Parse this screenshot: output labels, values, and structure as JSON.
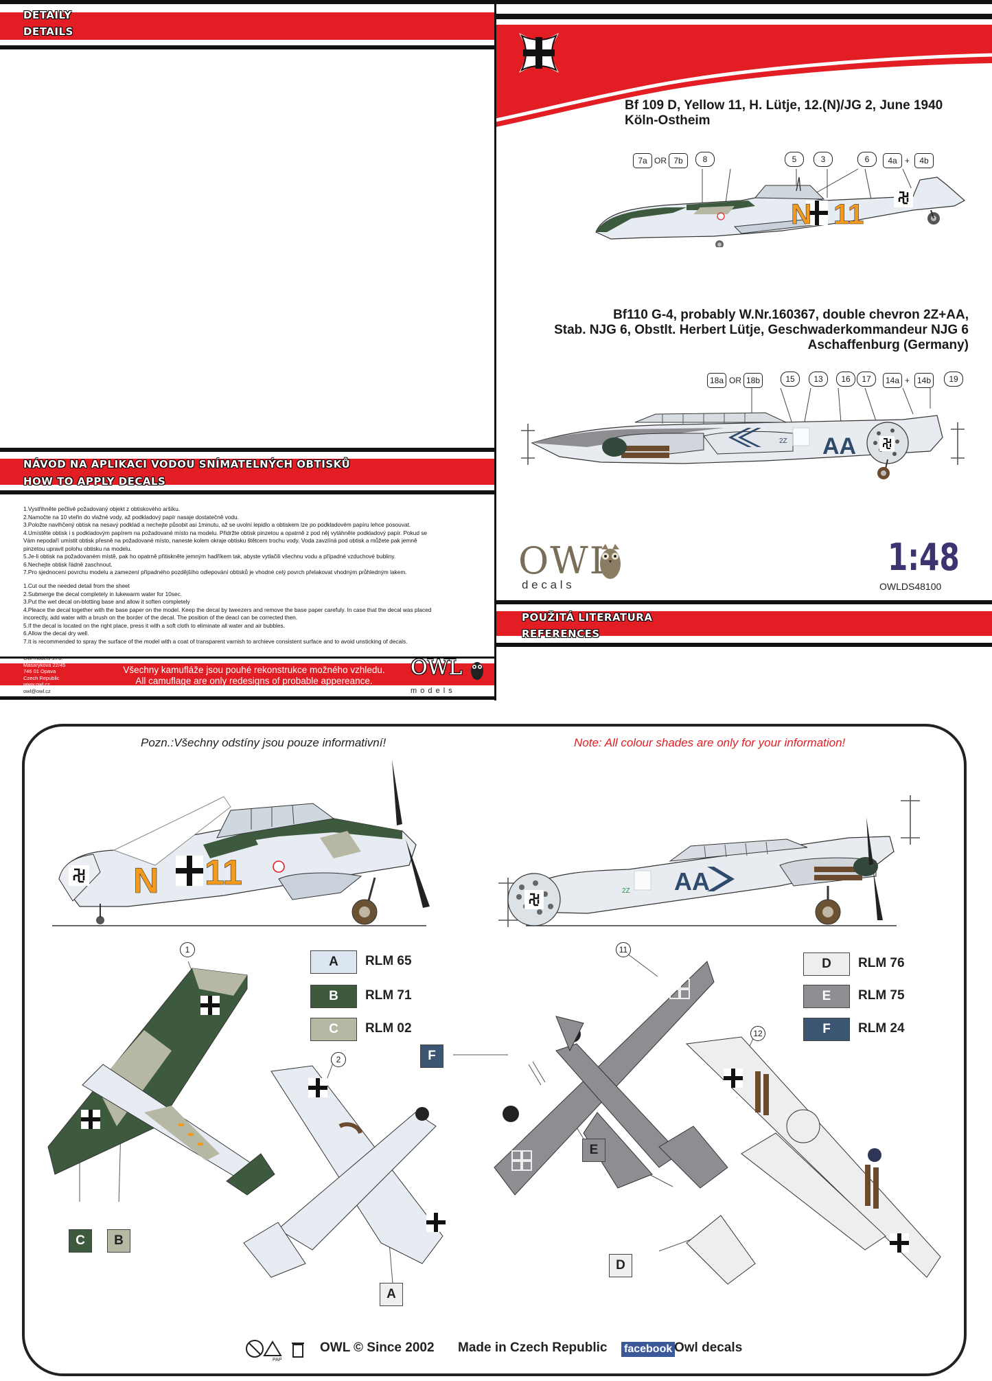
{
  "header": {
    "details_cz": "DETAILY",
    "details_en": "DETAILS"
  },
  "profiles": [
    {
      "title_line1": "Bf 109 D, Yellow 11, H. Lütje, 12.(N)/JG 2, June 1940",
      "title_line2": "Köln-Ostheim",
      "callouts": [
        "7a",
        "OR",
        "7b",
        "8",
        "5",
        "3",
        "6",
        "4a",
        "+",
        "4b"
      ],
      "fuselage_code": "N",
      "fuselage_number": "11"
    },
    {
      "title_line1": "Bf110 G-4, probably W.Nr.160367, double chevron 2Z+AA,",
      "title_line2": "Stab. NJG 6, Obstlt. Herbert Lütje, Geschwaderkommandeur NJG 6",
      "title_line3": "Aschaffenburg (Germany)",
      "callouts": [
        "18a",
        "OR",
        "18b",
        "15",
        "13",
        "16",
        "17",
        "14a",
        "+",
        "14b",
        "19"
      ],
      "fuselage_code": "AA",
      "small_code": "2Z"
    }
  ],
  "instructions": {
    "title_cz": "NÁVOD NA APLIKACI VODOU SNÍMATELNÝCH OBTISKŮ",
    "title_en": "HOW TO APPLY DECALS",
    "cz": [
      "1.Vystřihněte pečlivě požadovaný objekt z obtiskového aršíku.",
      "2.Namočte na 10 vteřin do vlažné vody, až podkladový papír nasaje dostatečně vodu.",
      "3.Položte navlhčený obtisk na nesavý podklad a nechejte působit asi 1minutu, až se uvolní lepidlo a obtiskem lze po podkladovém papíru lehce posouvat.",
      "4.Umístěte obtisk i s podkladovým papírem na požadované místo na modelu. Přidržte obtisk pinzetou a opatrně z pod něj vytáhněte podkladový papír. Pokud se",
      "   Vám nepodaří umístit obtisk přesně na požadované místo, naneste kolem okraje obtisku štětcem trochu vody. Voda zavzlíná pod obtisk a můžete pak jemně",
      "   pinzetou upravit polohu obtisku na modelu.",
      "5.Je-li obtisk na požadovaném místě, pak ho opatrně přitiskněte jemným hadříkem tak, abyste vytlačili všechnu vodu a případné vzduchové bubliny.",
      "6.Nechejte obtisk řádně zaschnout.",
      "7.Pro sjednocení povrchu modelu a zamezení případného pozdějšího odlepování obtisků je vhodné celý povrch přelakovat vhodným průhledným lakem."
    ],
    "en": [
      "1.Cut out the needed detail from the sheet",
      "2.Submerge the decal completely in lukewarm water for 10sec.",
      "3.Put the wet decal on-blotting base and allow it soften completely",
      "4.Pleace the decal together with the base paper on the model. Keep the decal by tweezers and remove the base paper carefuly. In case that the decal was placed",
      "   incorectly, add water with a brush on the border of the decal. The position of the deacl can be corrected then.",
      "5.If the decal is located on the right place, press it with a soft cloth to eliminate all water and air bubbles.",
      "6.Allow the decal dry well.",
      "7.It is recommended to spray the surface of the model with a coat of transparent varnish to archieve consistent surface and to avoid unsticking of decals."
    ],
    "company_lines": [
      "Owl models s.r.o.",
      "Masarykova 22/45",
      "746 01 Opava",
      "Czech Republic",
      "www.owl.cz",
      "owl@owl.cz"
    ],
    "camo_note_cz": "Všechny kamufláže jsou pouhé rekonstrukce možného vzhledu.",
    "camo_note_en": "All camuflage are only redesigns of probable appereance."
  },
  "brand": {
    "logo_text": "OWL",
    "logo_sub": "d e c a l s",
    "models_sub": "m o d e l s",
    "scale": "1:48",
    "product_code": "OWLDS48100"
  },
  "references": {
    "title_cz": "POUŽITÁ LITERATURA",
    "title_en": "REFERENCES"
  },
  "painting": {
    "note_cz": "Pozn.:Všechny odstíny jsou pouze informativní!",
    "note_en": "Note: All colour shades are only for your information!",
    "bf109_number": "11",
    "bf109_code": "N",
    "bf110_code": "AA",
    "bf110_small": "2Z",
    "colors_left": [
      {
        "key": "A",
        "name": "RLM 65",
        "hex": "#dce6f0"
      },
      {
        "key": "B",
        "name": "RLM 71",
        "hex": "#3d5a3f"
      },
      {
        "key": "C",
        "name": "RLM 02",
        "hex": "#b7b8a4"
      }
    ],
    "colors_right": [
      {
        "key": "D",
        "name": "RLM 76",
        "hex": "#eceef0"
      },
      {
        "key": "E",
        "name": "RLM 75",
        "hex": "#8d8d92"
      },
      {
        "key": "F",
        "name": "RLM 24",
        "hex": "#3b5573"
      }
    ],
    "markers": {
      "n1": "1",
      "n2": "2",
      "n11": "11",
      "n12": "12",
      "mA": "A",
      "mB": "B",
      "mC": "C",
      "mD": "D",
      "mE": "E",
      "mF": "F"
    }
  },
  "footer": {
    "owl": "OWL",
    "copyright": "© Since  2002",
    "made_in": "Made in Czech Republic",
    "facebook": "facebook",
    "owl_decals": "Owl decals",
    "pap": "PAP"
  },
  "colors": {
    "red": "#e31d24",
    "black": "#111111",
    "orange": "#f39a1e",
    "bf110_blue": "#2f4a6b"
  }
}
